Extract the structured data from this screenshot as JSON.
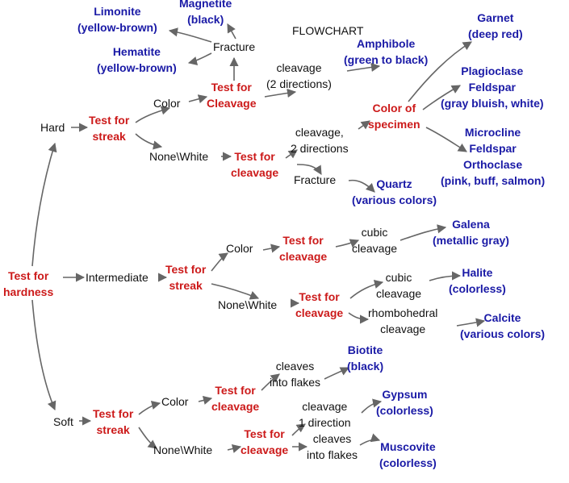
{
  "title": "FLOWCHART",
  "colors": {
    "test": "#cc1a1a",
    "mineral": "#1a1aa6",
    "text": "#111111",
    "arrow": "#666666"
  },
  "nodes": {
    "root": [
      "Test for",
      "hardness"
    ],
    "hard": [
      "Hard"
    ],
    "intermediate": [
      "Intermediate"
    ],
    "soft": [
      "Soft"
    ],
    "hard_streak": [
      "Test for",
      "streak"
    ],
    "hard_color": [
      "Color"
    ],
    "hard_nonewhite": [
      "None\\White"
    ],
    "hard_color_cleavage": [
      "Test for",
      "Cleavage"
    ],
    "hard_fracture": [
      "Fracture"
    ],
    "limonite": [
      "Limonite",
      "(yellow-brown)"
    ],
    "magnetite": [
      "Magnetite",
      "(black)"
    ],
    "hematite": [
      "Hematite",
      "(yellow-brown)"
    ],
    "hard_cleavage2": [
      "cleavage",
      "(2 directions)"
    ],
    "amphibole": [
      "Amphibole",
      "(green to black)"
    ],
    "hard_nw_cleavage": [
      "Test for",
      "cleavage"
    ],
    "hard_nw_cleavage2": [
      "cleavage,",
      "2 directions"
    ],
    "color_of_specimen": [
      "Color of",
      "specimen"
    ],
    "garnet": [
      "Garnet",
      "(deep red)"
    ],
    "plagioclase": [
      "Plagioclase",
      "Feldspar",
      "(gray bluish, white)"
    ],
    "microcline": [
      "Microcline",
      "Feldspar",
      "Orthoclase",
      "(pink, buff, salmon)"
    ],
    "hard_nw_fracture": [
      "Fracture"
    ],
    "quartz": [
      "Quartz",
      "(various colors)"
    ],
    "int_streak": [
      "Test for",
      "streak"
    ],
    "int_color": [
      "Color"
    ],
    "int_color_cleavage": [
      "Test for",
      "cleavage"
    ],
    "int_cubic1": [
      "cubic",
      "cleavage"
    ],
    "galena": [
      "Galena",
      "(metallic gray)"
    ],
    "int_nonewhite": [
      "None\\White"
    ],
    "int_nw_cleavage": [
      "Test for",
      "cleavage"
    ],
    "int_cubic2": [
      "cubic",
      "cleavage"
    ],
    "halite": [
      "Halite",
      "(colorless)"
    ],
    "int_rhombo": [
      "rhombohedral",
      "cleavage"
    ],
    "calcite": [
      "Calcite",
      "(various colors)"
    ],
    "soft_streak": [
      "Test for",
      "streak"
    ],
    "soft_color": [
      "Color"
    ],
    "soft_color_cleavage": [
      "Test for",
      "cleavage"
    ],
    "soft_flakes1": [
      "cleaves",
      "into flakes"
    ],
    "biotite": [
      "Biotite",
      "(black)"
    ],
    "soft_nonewhite": [
      "None\\White"
    ],
    "soft_nw_cleavage": [
      "Test for",
      "cleavage"
    ],
    "soft_cleavage1": [
      "cleavage",
      "1 direction"
    ],
    "gypsum": [
      "Gypsum",
      "(colorless)"
    ],
    "soft_flakes2": [
      "cleaves",
      "into flakes"
    ],
    "muscovite": [
      "Muscovite",
      "(colorless)"
    ]
  }
}
